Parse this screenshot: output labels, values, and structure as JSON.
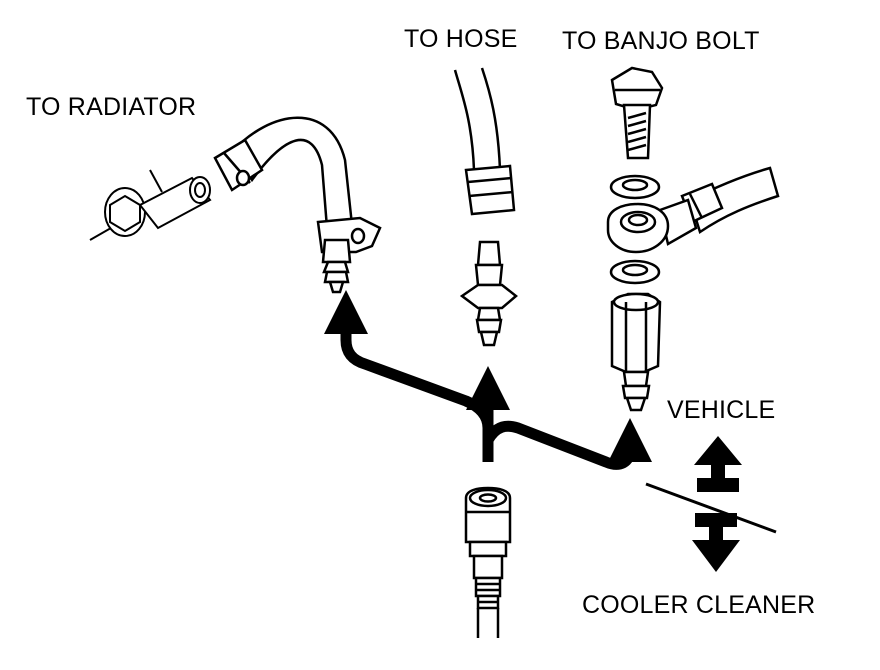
{
  "labels": {
    "to_radiator": "TO RADIATOR",
    "to_hose": "TO HOSE",
    "to_banjo_bolt": "TO BANJO BOLT",
    "vehicle": "VEHICLE",
    "cooler_cleaner": "COOLER CLEANER"
  },
  "colors": {
    "line": "#000000",
    "background": "#ffffff"
  }
}
